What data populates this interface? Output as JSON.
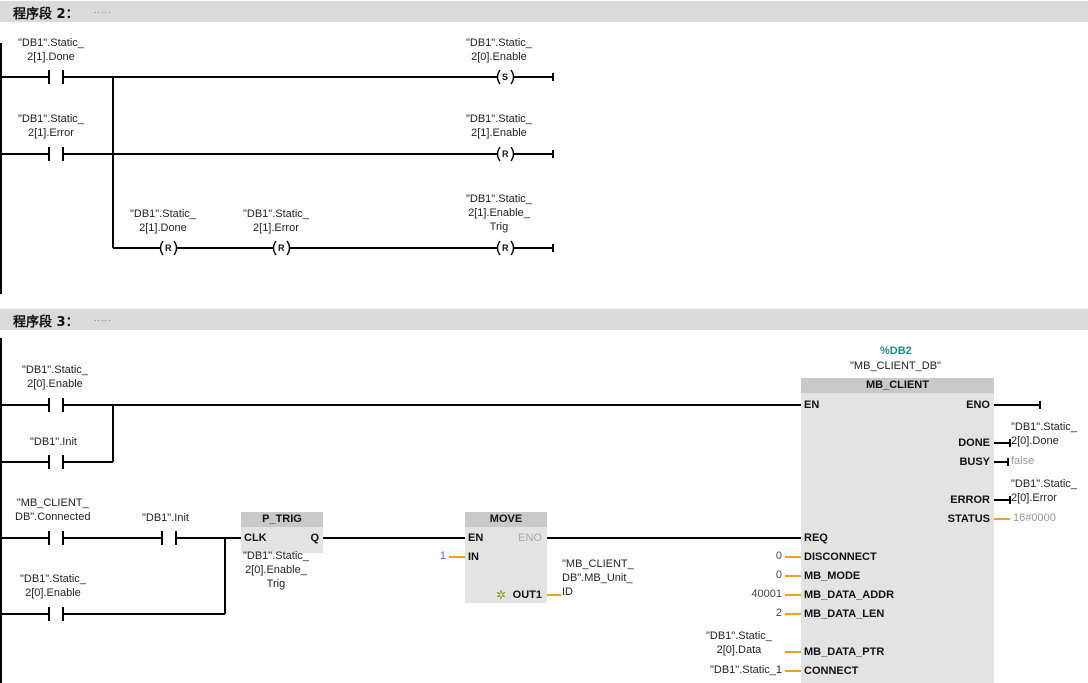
{
  "network2": {
    "title": "程序段 2：",
    "comment": ".....",
    "labels": {
      "c1a": "\"DB1\".Static_",
      "c1b": "2[1].Done",
      "c2a": "\"DB1\".Static_",
      "c2b": "2[1].Error",
      "o1a": "\"DB1\".Static_",
      "o1b": "2[0].Enable",
      "o2a": "\"DB1\".Static_",
      "o2b": "2[1].Enable",
      "r1a": "\"DB1\".Static_",
      "r1b": "2[1].Done",
      "r2a": "\"DB1\".Static_",
      "r2b": "2[1].Error",
      "r3a": "\"DB1\".Static_",
      "r3b": "2[1].Enable_",
      "r3c": "Trig"
    },
    "coils": {
      "set": "S",
      "reset": "R"
    }
  },
  "network3": {
    "title": "程序段 3：",
    "comment": ".....",
    "labels": {
      "c1a": "\"DB1\".Static_",
      "c1b": "2[0].Enable",
      "c2": "\"DB1\".Init",
      "c3a": "\"MB_CLIENT_",
      "c3b": "DB\".Connected",
      "c4": "\"DB1\".Init",
      "c5a": "\"DB1\".Static_",
      "c5b": "2[0].Enable",
      "ptrig_a": "\"DB1\".Static_",
      "ptrig_b": "2[0].Enable_",
      "ptrig_c": "Trig",
      "out1a": "\"MB_CLIENT_",
      "out1b": "DB\".MB_Unit_",
      "out1c": "ID"
    },
    "p_trig": {
      "title": "P_TRIG",
      "clk": "CLK",
      "q": "Q"
    },
    "move": {
      "title": "MOVE",
      "en": "EN",
      "eno": "ENO",
      "in": "IN",
      "out": "OUT1",
      "in_value": "1",
      "out_icon": "✲"
    },
    "mb_client": {
      "db_number": "%DB2",
      "instance": "\"MB_CLIENT_DB\"",
      "title": "MB_CLIENT",
      "inputs": {
        "en": "EN",
        "req": "REQ",
        "disconnect": "DISCONNECT",
        "mb_mode": "MB_MODE",
        "mb_data_addr": "MB_DATA_ADDR",
        "mb_data_len": "MB_DATA_LEN",
        "mb_data_ptr": "MB_DATA_PTR",
        "connect": "CONNECT"
      },
      "outputs": {
        "eno": "ENO",
        "done": "DONE",
        "busy": "BUSY",
        "error": "ERROR",
        "status": "STATUS"
      },
      "input_values": {
        "disconnect": "0",
        "mb_mode": "0",
        "mb_data_addr": "40001",
        "mb_data_len": "2",
        "ptr_a": "\"DB1\".Static_",
        "ptr_b": "2[0].Data",
        "connect": "\"DB1\".Static_1"
      },
      "output_values": {
        "done_a": "\"DB1\".Static_",
        "done_b": "2[0].Done",
        "busy": "false",
        "error_a": "\"DB1\".Static_",
        "error_b": "2[0].Error",
        "status": "16#0000"
      }
    }
  }
}
